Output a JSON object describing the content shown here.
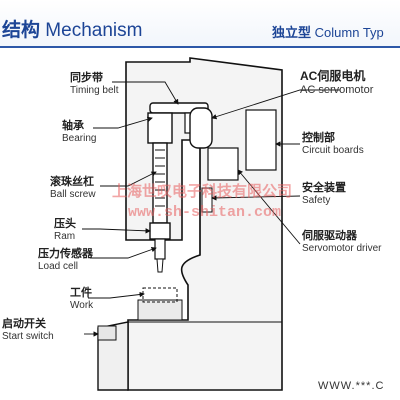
{
  "header": {
    "title_zh": "结构",
    "title_en": "Mechanism",
    "subtitle_zh": "独立型",
    "subtitle_en": "Column Typ"
  },
  "labels": {
    "timing_belt": {
      "zh": "同步带",
      "en": "Timing belt"
    },
    "ac_servomotor": {
      "zh": "AC伺服电机",
      "en": "AC servomotor"
    },
    "bearing": {
      "zh": "轴承",
      "en": "Bearing"
    },
    "circuit_boards": {
      "zh": "控制部",
      "en": "Circuit boards"
    },
    "ball_screw": {
      "zh": "滚珠丝杠",
      "en": "Ball screw"
    },
    "safety": {
      "zh": "安全装置",
      "en": "Safety"
    },
    "ram": {
      "zh": "压头",
      "en": "Ram"
    },
    "servomotor_driver": {
      "zh": "伺服驱动器",
      "en": "Servomotor driver"
    },
    "load_cell": {
      "zh": "压力传感器",
      "en": "Load cell"
    },
    "work": {
      "zh": "工件",
      "en": "Work"
    },
    "start_switch": {
      "zh": "启动开关",
      "en": "Start switch"
    }
  },
  "watermark": {
    "line1": "上海世叹电子科技有限公司",
    "line2": "www.sh-shitan.com"
  },
  "footer": {
    "text": "WWW.***.C"
  }
}
